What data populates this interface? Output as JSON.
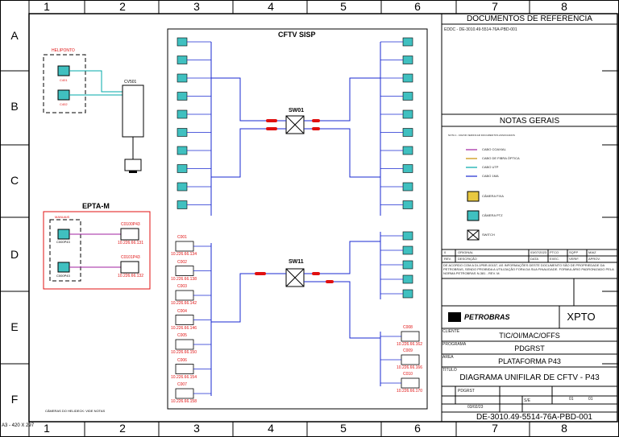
{
  "frame": {
    "columns": [
      "1",
      "2",
      "3",
      "4",
      "5",
      "6",
      "7",
      "8"
    ],
    "rows": [
      "A",
      "B",
      "C",
      "D",
      "E",
      "F"
    ],
    "sheet_size": "A3 - 420 X 297"
  },
  "cftv": {
    "title": "CFTV SISP",
    "switch1": "SW01",
    "switch2": "SW11",
    "lower_cams": [
      {
        "id": "C001",
        "ip": "10.226.66.134"
      },
      {
        "id": "C002",
        "ip": "10.226.66.138"
      },
      {
        "id": "C003",
        "ip": "10.226.66.142"
      },
      {
        "id": "C004",
        "ip": "10.226.66.146"
      },
      {
        "id": "C005",
        "ip": "10.226.66.150"
      },
      {
        "id": "C006",
        "ip": "10.226.66.154"
      },
      {
        "id": "C007",
        "ip": "10.226.66.158"
      }
    ],
    "right_lower_cams": [
      {
        "id": "C008",
        "ip": "10.226.66.162"
      },
      {
        "id": "C009",
        "ip": "10.226.66.166"
      },
      {
        "id": "C010",
        "ip": "10.226.66.170"
      }
    ]
  },
  "left_panel": {
    "group_label": "HELIPONTO",
    "cam1": "C401",
    "cam2": "C402",
    "cabinet": "CV501",
    "epta_title": "EPTA-M",
    "epta_group": "MANUAIS",
    "epta_cam1": {
      "id": "C0100P43",
      "ip": "10.226.66.131"
    },
    "epta_cam2": {
      "id": "C0101P43",
      "ip": "10.226.66.132"
    },
    "epta_sub1": "C000P43",
    "epta_sub2": "C000P43",
    "note": "CÂMERAS DO HELIDECK: VIDE NOTAS"
  },
  "title_block": {
    "ref_title": "DOCUMENTOS DE REFERENCIA",
    "ref_item": "EDDC - DE-3010.49-5514-76A-PBD-001",
    "notes_title": "NOTAS GERAIS",
    "notes_text": "NOTA 1 - FAVOR VERIFICAR DOCUMENTOS ASSOCIADOS",
    "legend": [
      {
        "label": "CABO COAXIAL",
        "color": "#a020a0"
      },
      {
        "label": "CABO DE FIBRA ÓPTICA",
        "color": "#c89000"
      },
      {
        "label": "CABO UTP",
        "color": "#00a8a8"
      },
      {
        "label": "CABO 1MA",
        "color": "#1a2ad0"
      },
      {
        "label": "CÂMERA FIXA",
        "color": "#e8c840"
      },
      {
        "label": "CÂMERA PTZ",
        "color": "#40c0c0"
      },
      {
        "label": "SWITCH",
        "color": "#000000"
      }
    ],
    "rev_row": [
      "0",
      "ORIGINAL",
      "03/07/2023",
      "PTCO",
      "SQPP",
      "MAIZ"
    ],
    "rev_head": [
      "REV.",
      "DESCRIÇÃO",
      "DATA",
      "EXEC.",
      "VERIF.",
      "APROV."
    ],
    "disclaimer": "DE ACORDO COM A DI-1PBR-00157, AS INFORMAÇÕES DESTE DOCUMENTO SÃO DE PROPRIEDADE DA PETROBRAS, SENDO PROIBIDA A UTILIZAÇÃO FORA DA SUA FINALIDADE. FORMULÁRIO PADRONIZADO PELA NORMA PETROBRAS N-381 - REV. M.",
    "company": "PETROBRAS",
    "contractor": "XPTO",
    "client_label": "CLIENTE",
    "client": "TIC/OI/MAC/OFFS",
    "program_label": "PROGRAMA",
    "program": "PDGRST",
    "area_label": "ÁREA",
    "area": "PLATAFORMA P43",
    "title_label": "TÍTULO",
    "title": "DIAGRAMA UNIFILAR DE CFTV - P43",
    "proj": "PDGRST",
    "folha": "01",
    "de": "01",
    "scale": "S/E",
    "date": "03/02/23",
    "doc_number": "DE-3010.49-5514-76A-PBD-001"
  }
}
